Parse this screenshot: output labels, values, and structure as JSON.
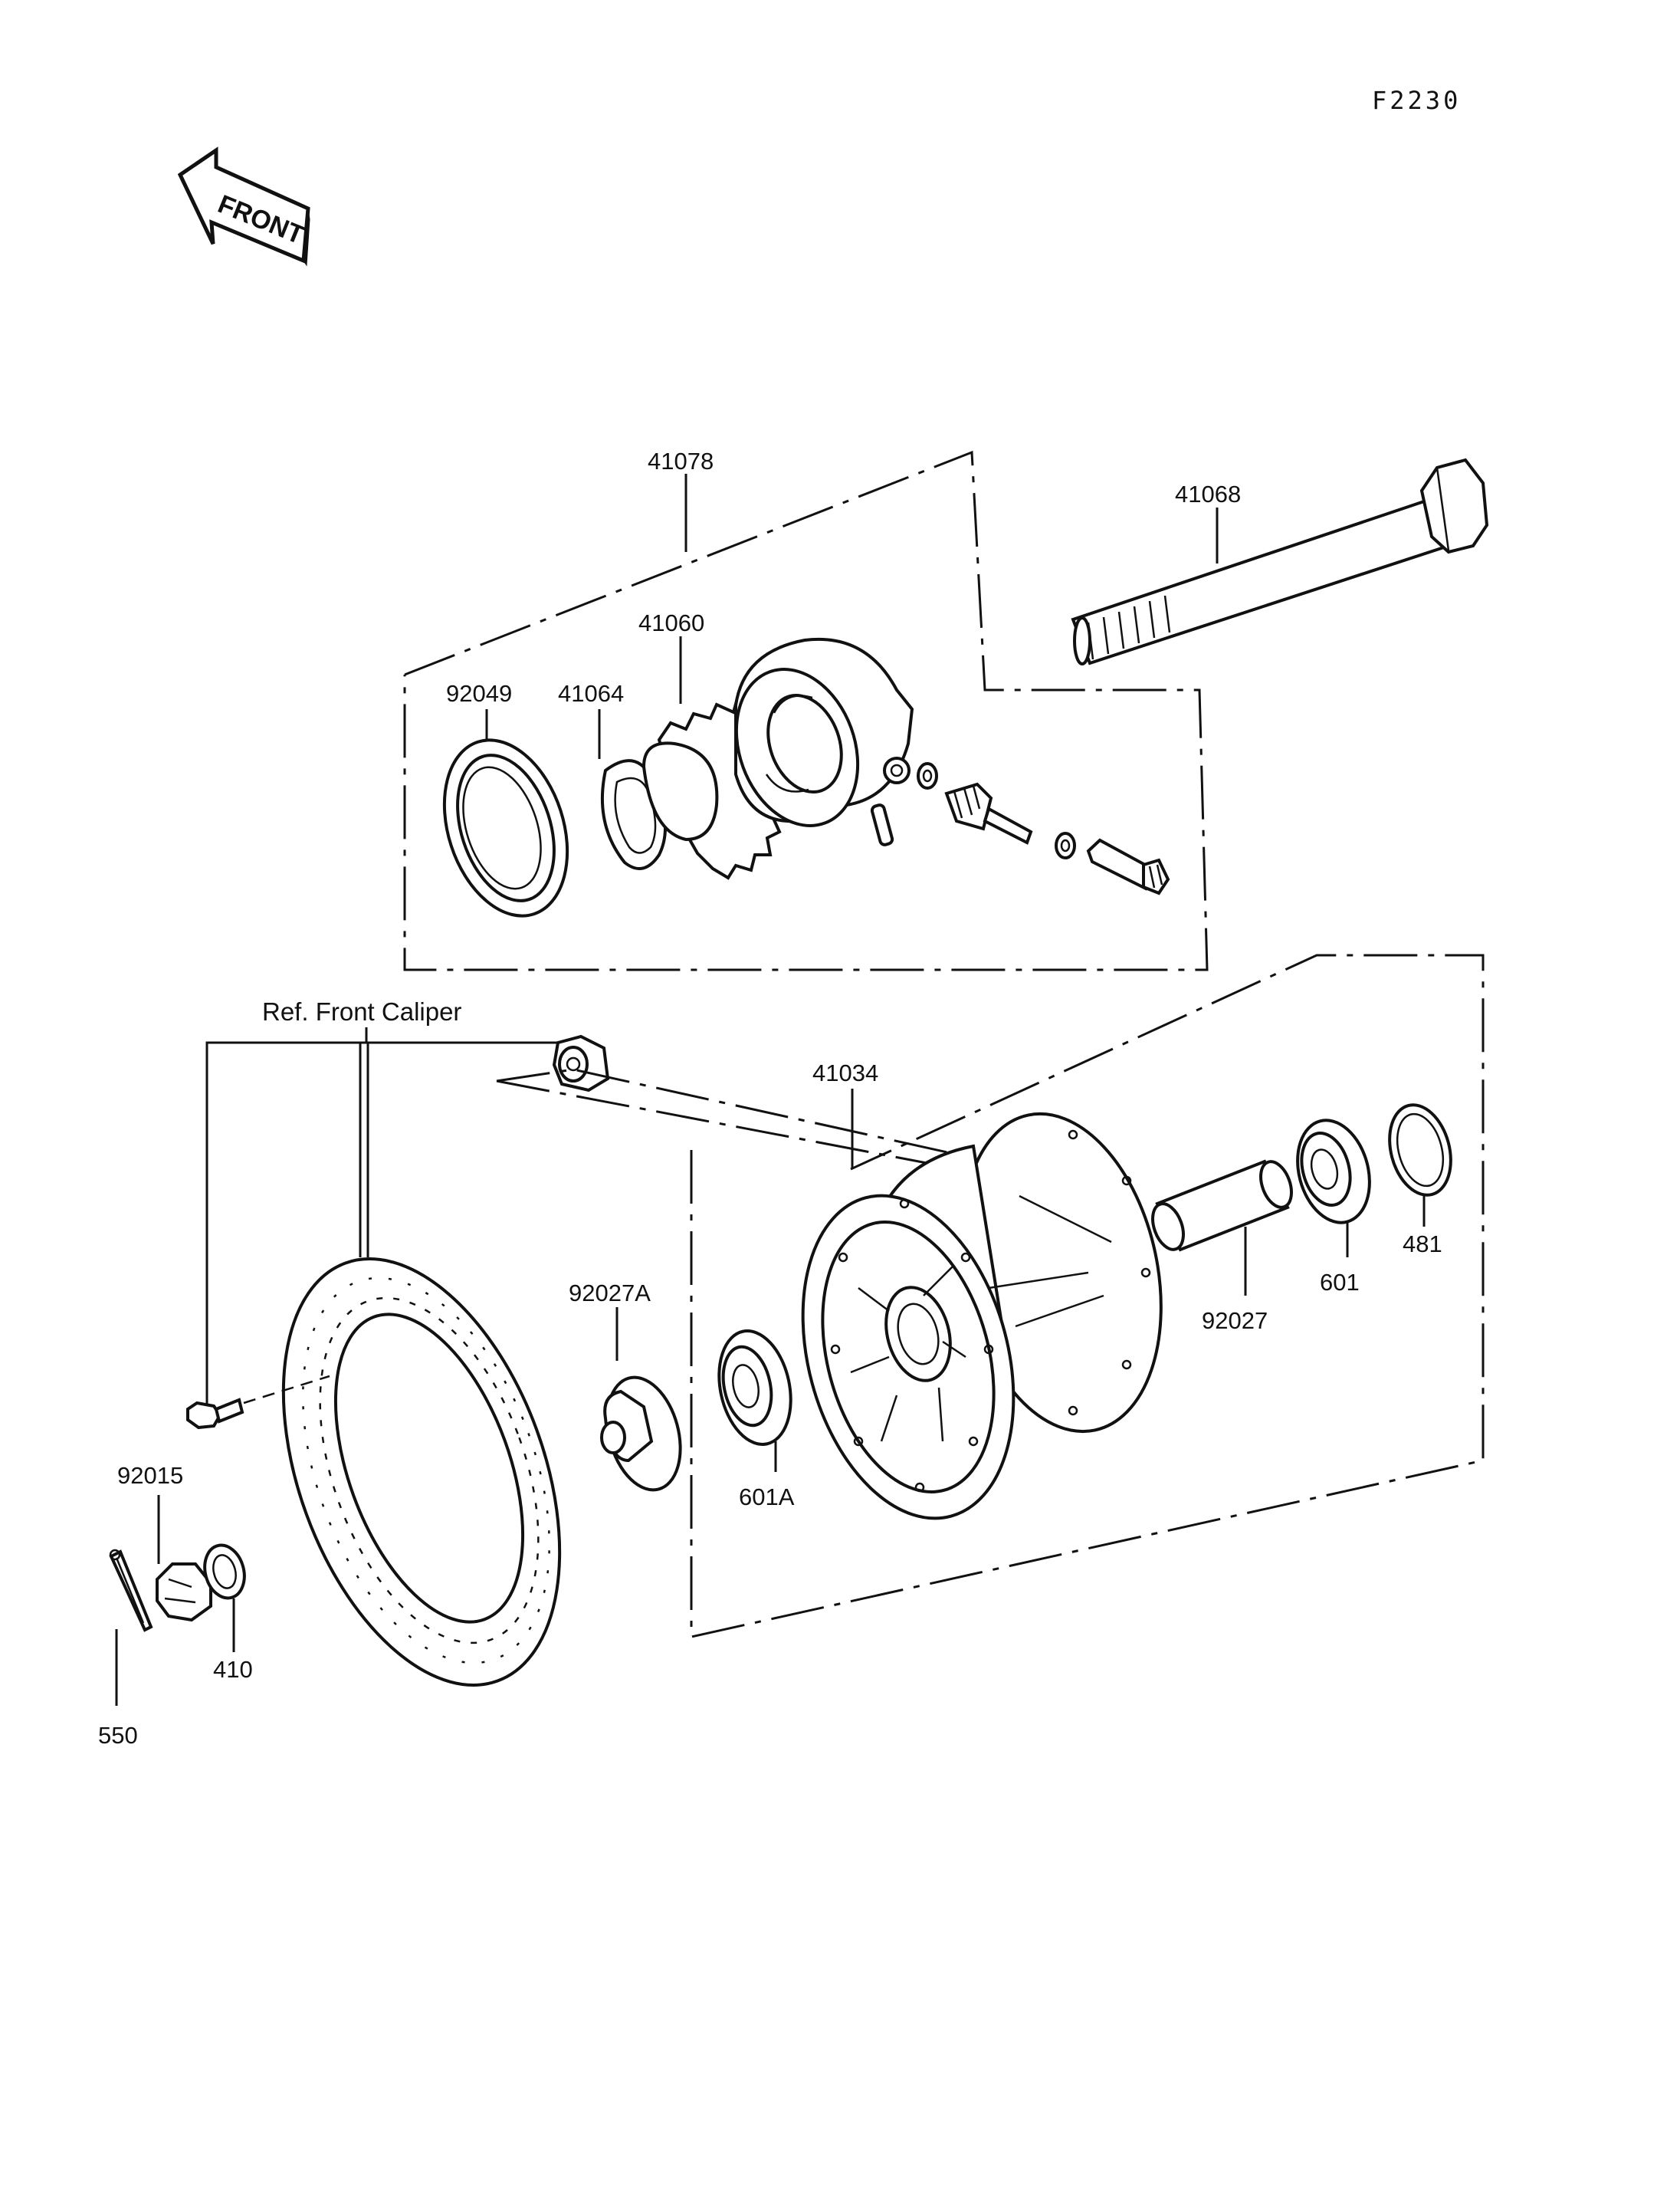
{
  "figure_code": "F2230",
  "front_arrow_text": "FRONT",
  "ref_label": "Ref. Front Caliper",
  "parts": {
    "p41078": "41078",
    "p41068": "41068",
    "p41060": "41060",
    "p92049": "92049",
    "p41064": "41064",
    "p41034": "41034",
    "p92027A": "92027A",
    "p601A": "601A",
    "p92027": "92027",
    "p601": "601",
    "p481": "481",
    "p92015": "92015",
    "p410": "410",
    "p550": "550"
  }
}
